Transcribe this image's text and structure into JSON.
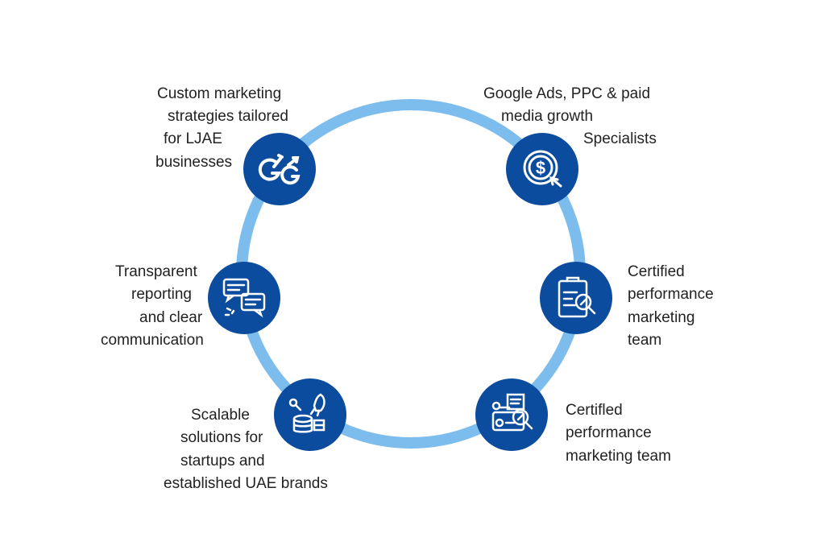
{
  "colors": {
    "ring": "#7dbdee",
    "node": "#0b4c9e",
    "text": "#222222"
  },
  "items": [
    {
      "icon": "target-growth-logo-icon",
      "lines": [
        "Custom marketing",
        "strategies tailored",
        "for LJAE",
        "businesses"
      ]
    },
    {
      "icon": "dollar-click-icon",
      "lines": [
        "Google Ads, PPC & paid",
        "media growth",
        "Specialists"
      ]
    },
    {
      "icon": "chat-bubbles-icon",
      "lines": [
        "Transparent",
        "reporting",
        "and clear",
        "communication"
      ]
    },
    {
      "icon": "clipboard-search-icon",
      "lines": [
        "Certified",
        "performance",
        "marketing",
        "team"
      ]
    },
    {
      "icon": "rocket-coins-icon",
      "lines": [
        "Scalable",
        "solutions for",
        "startups and",
        "established UAE brands"
      ]
    },
    {
      "icon": "id-card-search-icon",
      "lines": [
        "Certifled",
        "performance",
        "marketing team"
      ]
    }
  ]
}
